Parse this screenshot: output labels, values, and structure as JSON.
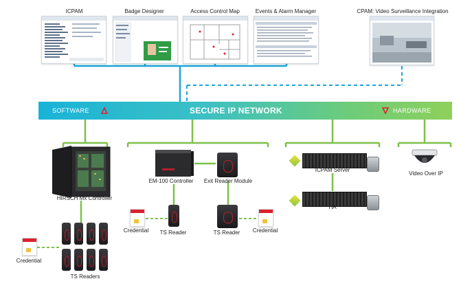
{
  "screens": {
    "icpam": "ICPAM",
    "badge_designer": "Badge Designer",
    "access_map": "Access Control Map",
    "events": "Events & Alarm Manager",
    "cpam_video": "CPAM: Video Surveillance Integration"
  },
  "network": {
    "title": "SECURE IP NETWORK",
    "software": "SOFTWARE",
    "hardware": "HARDWARE"
  },
  "devices": {
    "hirsch": "HIRSCH Mx Controller",
    "ts_readers": "TS Readers",
    "credential_left": "Credential",
    "em100": "EM-100 Controller",
    "exit_reader": "Exit Reader Module",
    "credential_mid": "Credential",
    "ts_reader_a": "TS Reader",
    "ts_reader_b": "TS Reader",
    "credential_right": "Credential",
    "icpam_server": "ICPAM Server",
    "ha": "HA",
    "video_over_ip": "Video Over IP"
  },
  "colors": {
    "connector_blue": "#1aa6d8",
    "connector_green": "#7cc04a",
    "accent_red": "#d9232e"
  }
}
